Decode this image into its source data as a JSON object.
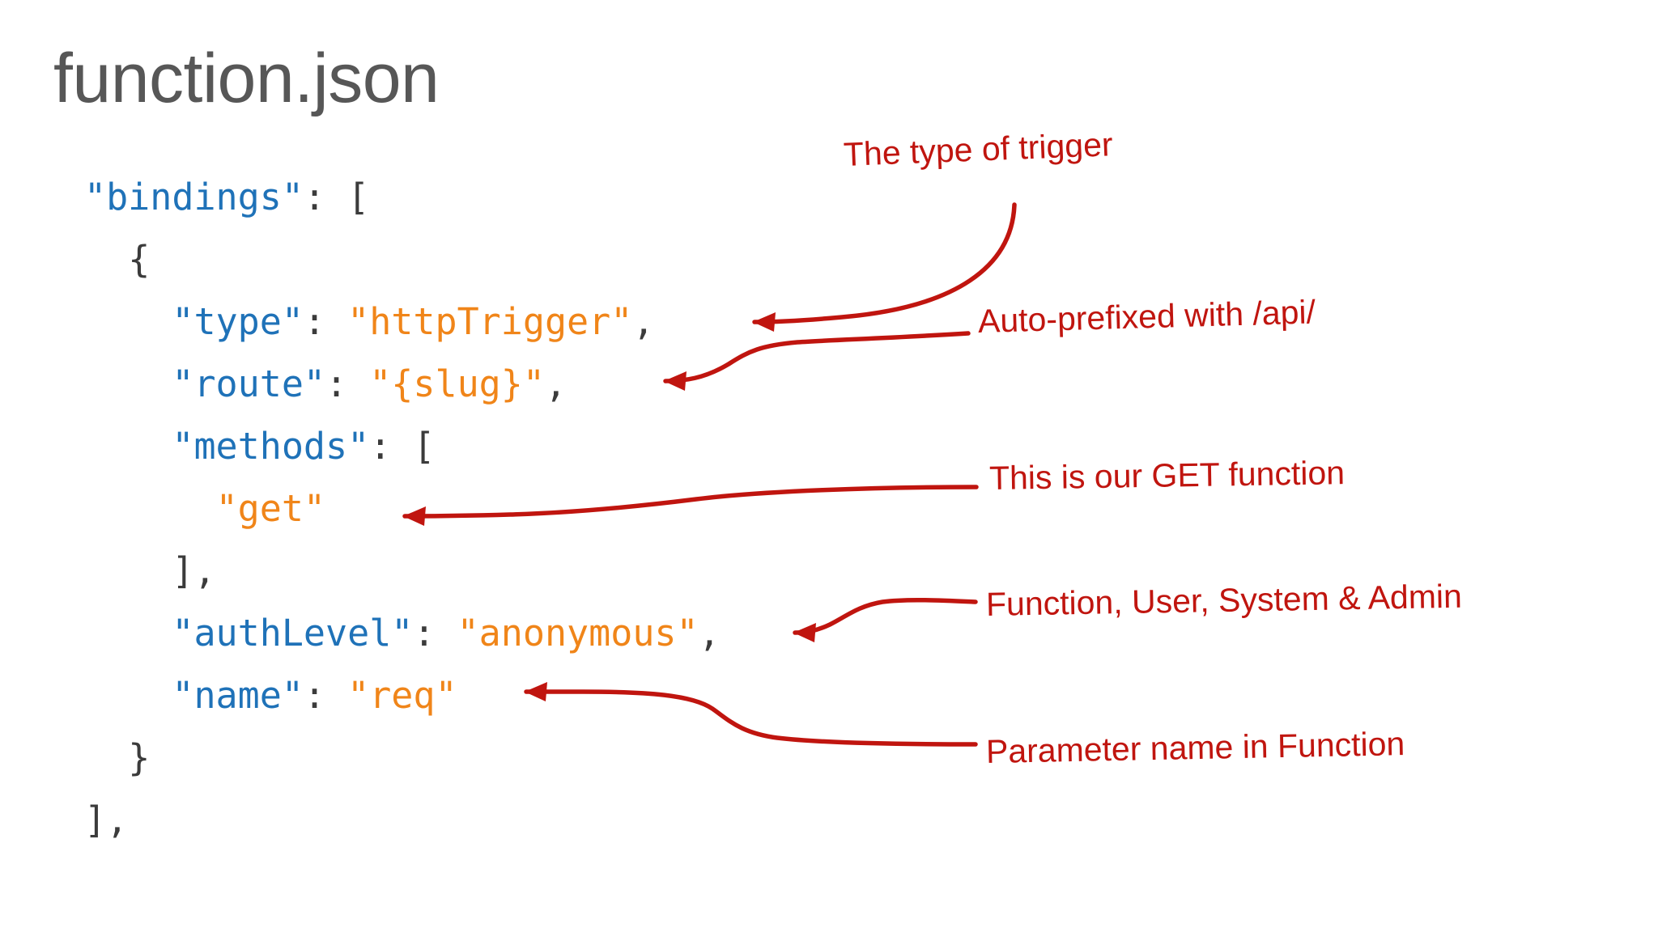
{
  "slide": {
    "title": "function.json",
    "background_color": "#ffffff",
    "title_color": "#575757"
  },
  "colors": {
    "json_key": "#1f72b8",
    "json_string": "#f08519",
    "json_punctuation": "#3b3b3b",
    "annotation": "#c0150f"
  },
  "code": {
    "language": "json",
    "lines": [
      {
        "indent": 0,
        "tokens": [
          {
            "text": "\"bindings\"",
            "type": "key"
          },
          {
            "text": ": ",
            "type": "punc"
          },
          {
            "text": "[",
            "type": "punc"
          }
        ]
      },
      {
        "indent": 1,
        "tokens": [
          {
            "text": "{",
            "type": "punc"
          }
        ]
      },
      {
        "indent": 2,
        "tokens": [
          {
            "text": "\"type\"",
            "type": "key"
          },
          {
            "text": ": ",
            "type": "punc"
          },
          {
            "text": "\"httpTrigger\"",
            "type": "str"
          },
          {
            "text": ",",
            "type": "punc"
          }
        ]
      },
      {
        "indent": 2,
        "tokens": [
          {
            "text": "\"route\"",
            "type": "key"
          },
          {
            "text": ": ",
            "type": "punc"
          },
          {
            "text": "\"{slug}\"",
            "type": "str"
          },
          {
            "text": ",",
            "type": "punc"
          }
        ]
      },
      {
        "indent": 2,
        "tokens": [
          {
            "text": "\"methods\"",
            "type": "key"
          },
          {
            "text": ": ",
            "type": "punc"
          },
          {
            "text": "[",
            "type": "punc"
          }
        ]
      },
      {
        "indent": 3,
        "tokens": [
          {
            "text": "\"get\"",
            "type": "str"
          }
        ]
      },
      {
        "indent": 2,
        "tokens": [
          {
            "text": "],",
            "type": "punc"
          }
        ]
      },
      {
        "indent": 2,
        "tokens": [
          {
            "text": "\"authLevel\"",
            "type": "key"
          },
          {
            "text": ": ",
            "type": "punc"
          },
          {
            "text": "\"anonymous\"",
            "type": "str"
          },
          {
            "text": ",",
            "type": "punc"
          }
        ]
      },
      {
        "indent": 2,
        "tokens": [
          {
            "text": "\"name\"",
            "type": "key"
          },
          {
            "text": ": ",
            "type": "punc"
          },
          {
            "text": "\"req\"",
            "type": "str"
          }
        ]
      },
      {
        "indent": 1,
        "tokens": [
          {
            "text": "}",
            "type": "punc"
          }
        ]
      },
      {
        "indent": 0,
        "tokens": [
          {
            "text": "],",
            "type": "punc"
          }
        ]
      }
    ]
  },
  "annotations": [
    {
      "id": "annot-0",
      "text": "The type of trigger",
      "points_to": "\"httpTrigger\""
    },
    {
      "id": "annot-1",
      "text": "Auto-prefixed with /api/",
      "points_to": "\"{slug}\""
    },
    {
      "id": "annot-2",
      "text": "This is our GET function",
      "points_to": "\"get\""
    },
    {
      "id": "annot-3",
      "text": "Function, User, System & Admin",
      "points_to": "\"anonymous\""
    },
    {
      "id": "annot-4",
      "text": "Parameter name in Function",
      "points_to": "\"req\""
    }
  ]
}
